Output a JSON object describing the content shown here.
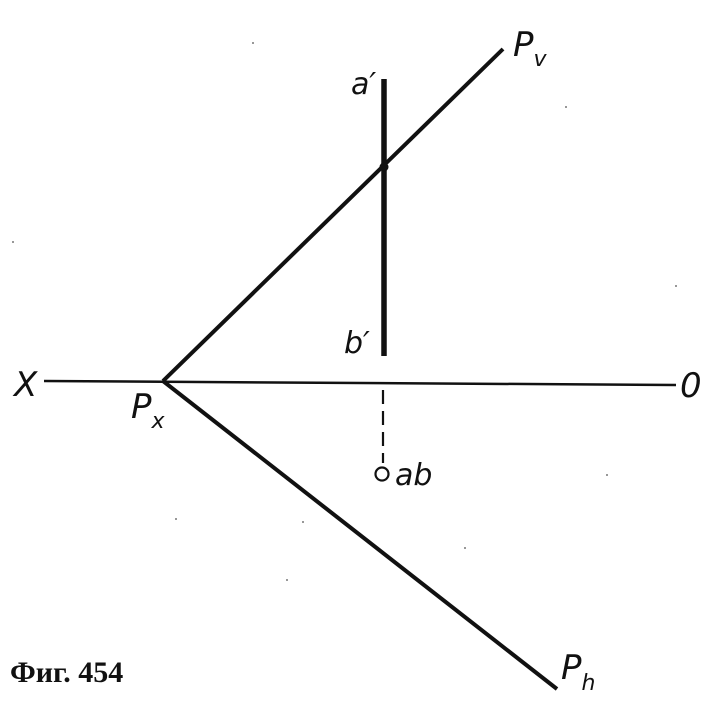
{
  "labels": {
    "pv_main": "P",
    "pv_sub": "v",
    "a_prime": "a′",
    "b_prime": "b′",
    "x_axis": "X",
    "o_axis": "0",
    "px_main": "P",
    "px_sub": "x",
    "ab": "ab",
    "ph_main": "P",
    "ph_sub": "h"
  },
  "caption": "Фиг. 454"
}
